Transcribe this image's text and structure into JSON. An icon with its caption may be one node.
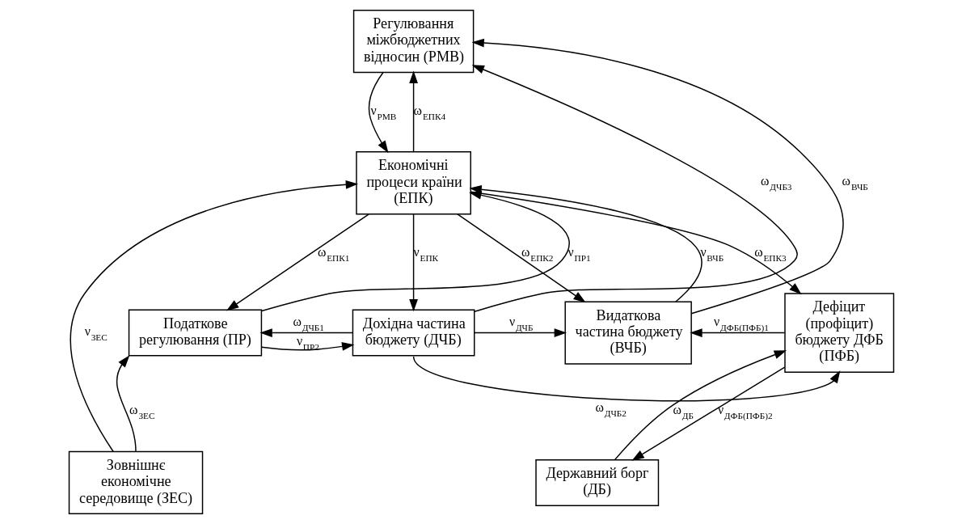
{
  "diagram": {
    "nodes": [
      {
        "text": [
          "Регулювання міжбюджетних відносин (РМВ)"
        ]
      },
      {
        "text": [
          "Економічні процеси країни (ЕПК)"
        ]
      },
      {
        "text": [
          "Податкове регулювання (ПР)"
        ]
      },
      {
        "text": [
          "Дохідна частина бюджету (ДЧБ)"
        ]
      },
      {
        "text": [
          "Видаткова частина бюджету (ВЧБ)"
        ]
      },
      {
        "text": [
          "Дефіцит (профіцит) бюджету ДФБ (ПФБ)"
        ]
      },
      {
        "text": [
          "Зовнішнє економічне середовище (ЗЕС)"
        ]
      },
      {
        "text": [
          "Державний борг (ДБ)"
        ]
      }
    ],
    "edges": [
      {
        "from": 4,
        "to": 1,
        "arrow": "to",
        "label": "ν$_{ВЧБ}$"
      },
      {
        "from": 0,
        "to": 1,
        "arrow": "to",
        "label": "ν$_{РМВ}$"
      },
      {
        "from": 1,
        "to": 0,
        "arrow": "to",
        "label": "ω$_{ЕПК4}$"
      },
      {
        "from": 4,
        "to": 0,
        "arrow": "to",
        "label": "ω$_{ВЧБ}$"
      },
      {
        "from": 3,
        "to": 0,
        "arrow": "to",
        "label": "ω$_{ДЧБ3}$"
      },
      {
        "from": 1,
        "to": 3,
        "arrow": "to",
        "label": "ν$_{ЕПК}$"
      },
      {
        "from": 1,
        "to": 2,
        "arrow": "to",
        "label": "ω$_{ЕПК1}$"
      },
      {
        "from": 1,
        "to": 4,
        "arrow": "to",
        "label": "ω$_{ЕПК2}$"
      },
      {
        "from": 1,
        "to": 5,
        "arrow": "to",
        "label": "ω$_{ЕПК3}$"
      },
      {
        "from": 2,
        "to": 1,
        "arrow": "to",
        "label": "ν$_{ПР1}$"
      },
      {
        "from": 6,
        "to": 1,
        "arrow": "to",
        "label": "ν$_{ЗЕС}$"
      },
      {
        "from": 2,
        "to": 3,
        "arrow": "to",
        "label": "ν$_{ПР2}$"
      },
      {
        "from": 3,
        "to": 4,
        "arrow": "to",
        "label": "ν$_{ДЧБ}$"
      },
      {
        "from": 5,
        "to": 4,
        "arrow": "to",
        "label": "ν$_{ДФБ(ПФБ)1}$"
      },
      {
        "from": 6,
        "to": 2,
        "arrow": "to",
        "label": "ω$_{ЗЕС}$"
      },
      {
        "from": 3,
        "to": 2,
        "arrow": "to",
        "label": "ω$_{ДЧБ1}$"
      },
      {
        "from": 3,
        "to": 5,
        "arrow": "to",
        "label": "ω$_{ДЧБ2}$"
      },
      {
        "from": 5,
        "to": 7,
        "arrow": "to",
        "label": "ν$_{ДФБ(ПФБ)2}$"
      },
      {
        "from": 7,
        "to": 5,
        "arrow": "to",
        "label": "ω$_{ДБ}$"
      }
    ]
  }
}
